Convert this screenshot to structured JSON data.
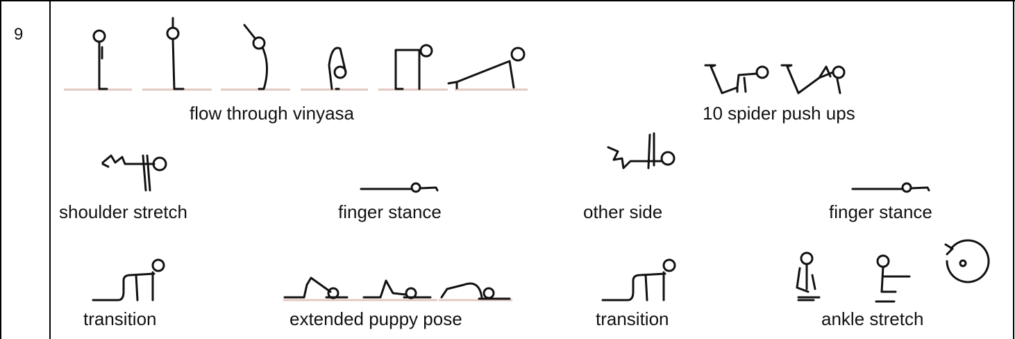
{
  "sequence": {
    "row_number": "9",
    "captions": {
      "flow": "flow through vinyasa",
      "spider": "10 spider push ups",
      "shoulder": "shoulder stretch",
      "finger1": "finger stance",
      "other_side": "other side",
      "finger2": "finger stance",
      "transition1": "transition",
      "puppy": "extended puppy pose",
      "transition2": "transition",
      "ankle": "ankle stretch"
    }
  }
}
